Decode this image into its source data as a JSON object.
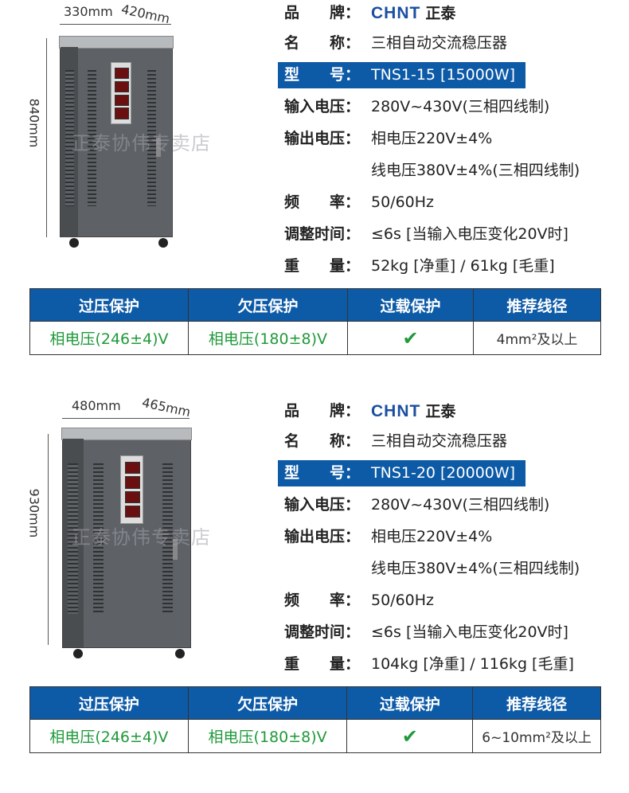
{
  "watermark": "正泰协伟专卖店",
  "colors": {
    "accent": "#0d5aa7",
    "green": "#1f9a3a"
  },
  "products": [
    {
      "dims": {
        "width": "330mm",
        "depth": "420mm",
        "height": "840mm"
      },
      "specs": [
        {
          "label": "品　　牌：",
          "value": "",
          "logo": "CHNT",
          "logo_cn": "正泰"
        },
        {
          "label": "名　　称：",
          "value": "三相自动交流稳压器"
        },
        {
          "label": "型　　号：",
          "value": "TNS1-15 [15000W]",
          "highlight": true
        },
        {
          "label": "输入电压：",
          "value": "280V~430V(三相四线制)"
        },
        {
          "label": "输出电压：",
          "value": "相电压220V±4%"
        },
        {
          "label": "",
          "value": "线电压380V±4%(三相四线制)"
        },
        {
          "label": "频　　率：",
          "value": "50/60Hz"
        },
        {
          "label": "调整时间：",
          "value": "≤6s [当输入电压变化20V时]"
        },
        {
          "label": "重　　量：",
          "value": "52kg [净重] / 61kg [毛重]"
        }
      ],
      "table": {
        "headers": [
          "过压保护",
          "欠压保护",
          "过载保护",
          "推荐线径"
        ],
        "row": [
          "相电压(246±4)V",
          "相电压(180±8)V",
          "✔",
          "4mm²及以上"
        ]
      }
    },
    {
      "dims": {
        "width": "480mm",
        "depth": "465mm",
        "height": "930mm"
      },
      "specs": [
        {
          "label": "品　　牌：",
          "value": "",
          "logo": "CHNT",
          "logo_cn": "正泰"
        },
        {
          "label": "名　　称：",
          "value": "三相自动交流稳压器"
        },
        {
          "label": "型　　号：",
          "value": "TNS1-20 [20000W]",
          "highlight": true
        },
        {
          "label": "输入电压：",
          "value": "280V~430V(三相四线制)"
        },
        {
          "label": "输出电压：",
          "value": "相电压220V±4%"
        },
        {
          "label": "",
          "value": "线电压380V±4%(三相四线制)"
        },
        {
          "label": "频　　率：",
          "value": "50/60Hz"
        },
        {
          "label": "调整时间：",
          "value": "≤6s [当输入电压变化20V时]"
        },
        {
          "label": "重　　量：",
          "value": "104kg [净重] / 116kg [毛重]"
        }
      ],
      "table": {
        "headers": [
          "过压保护",
          "欠压保护",
          "过载保护",
          "推荐线径"
        ],
        "row": [
          "相电压(246±4)V",
          "相电压(180±8)V",
          "✔",
          "6~10mm²及以上"
        ]
      }
    }
  ]
}
